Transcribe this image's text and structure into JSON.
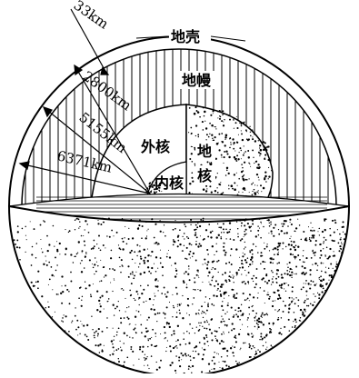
{
  "labels": {
    "crust": "地壳",
    "mantle": "地幔",
    "outer_core": "外核",
    "core": "地核",
    "inner_core": "内核"
  },
  "depths": {
    "crust": "33km",
    "mantle_boundary": "2800km",
    "outer_core_boundary": "5155km",
    "radius": "6371km"
  },
  "colors": {
    "ink": "#000000",
    "paper": "#ffffff"
  }
}
